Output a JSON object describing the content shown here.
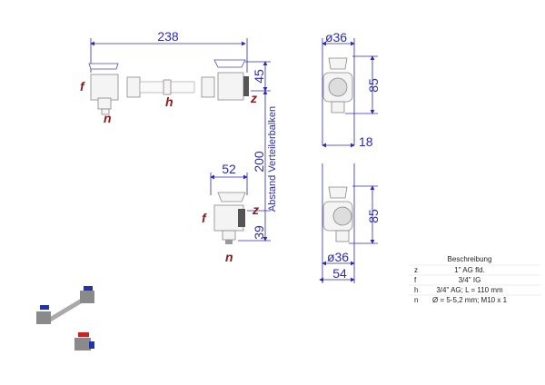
{
  "dimensions": {
    "overall_length": "238",
    "handle_height": "45",
    "distance": "200",
    "distance_label": "Abstand Verteilerbalken",
    "single_width": "52",
    "bottom_height": "39",
    "diameter_top": "ø36",
    "height_top": "85",
    "offset": "18",
    "height_bottom": "85",
    "diameter_bottom": "ø36",
    "width_bottom": "54"
  },
  "labels": {
    "f": "f",
    "h": "h",
    "n": "n",
    "z": "z"
  },
  "table": {
    "header": "Beschreibung",
    "rows": [
      {
        "key": "z",
        "value": "1\" AG fld."
      },
      {
        "key": "f",
        "value": "3/4\" IG"
      },
      {
        "key": "h",
        "value": "3/4\" AG; L = 110 mm"
      },
      {
        "key": "n",
        "value": "Ø = 5-5,2 mm; M10 x 1"
      }
    ]
  },
  "colors": {
    "dimension": "#2b2bb8",
    "label": "#8b1a1a"
  }
}
